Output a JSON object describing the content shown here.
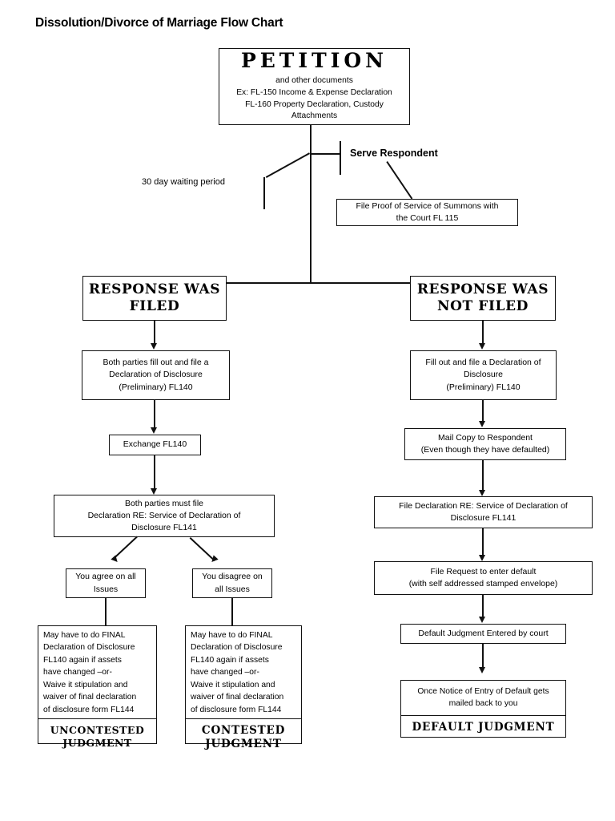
{
  "title": "Dissolution/Divorce of Marriage Flow Chart",
  "nodes": {
    "petition": {
      "heading": "PETITION",
      "lines": [
        "and other documents",
        "Ex: FL-150 Income & Expense Declaration",
        "FL-160 Property Declaration, Custody",
        "Attachments"
      ]
    },
    "waiting_period_label": "30 day waiting period",
    "serve_respondent_label": "Serve Respondent",
    "proof_of_service": {
      "lines": [
        "File Proof of Service of Summons with",
        "the Court FL 115"
      ]
    },
    "response_filed": {
      "lines": [
        "RESPONSE WAS",
        "FILED"
      ]
    },
    "response_not_filed": {
      "lines": [
        "RESPONSE WAS",
        "NOT FILED"
      ]
    },
    "both_parties_disclosure": {
      "lines": [
        "Both parties fill out and file a",
        "Declaration of Disclosure",
        "(Preliminary) FL140"
      ]
    },
    "exchange_fl140": {
      "lines": [
        "Exchange FL140"
      ]
    },
    "both_parties_must_file": {
      "lines": [
        "Both parties must file",
        "Declaration RE: Service of Declaration of",
        "Disclosure FL141"
      ]
    },
    "agree": {
      "lines": [
        "You agree on all",
        "Issues"
      ]
    },
    "disagree": {
      "lines": [
        "You disagree on",
        "all Issues"
      ]
    },
    "uncontested": {
      "body": [
        "May have to do FINAL",
        "Declaration of Disclosure",
        "FL140 again if assets",
        "have changed –or-",
        "Waive it stipulation and",
        "waiver of final declaration",
        "of disclosure form FL144"
      ],
      "judgment": [
        "UNCONTESTED",
        "JUDGMENT"
      ]
    },
    "contested": {
      "body": [
        "May have to do FINAL",
        "Declaration of Disclosure",
        "FL140 again if assets",
        "have changed –or-",
        "Waive it stipulation and",
        "waiver of final declaration",
        "of disclosure form FL144"
      ],
      "judgment": [
        "CONTESTED",
        "JUDGMENT"
      ]
    },
    "fill_out_disclosure": {
      "lines": [
        "Fill out and file a Declaration of",
        "Disclosure",
        "(Preliminary) FL140"
      ]
    },
    "mail_copy": {
      "lines": [
        "Mail Copy to Respondent",
        "(Even though they have defaulted)"
      ]
    },
    "file_declaration_re": {
      "lines": [
        "File Declaration RE: Service of Declaration of",
        "Disclosure FL141"
      ]
    },
    "file_request_default": {
      "lines": [
        "File Request to enter default",
        "(with self addressed stamped envelope)"
      ]
    },
    "default_entered": {
      "lines": [
        "Default Judgment Entered by court"
      ]
    },
    "default_final": {
      "body": [
        "Once Notice of Entry of Default gets",
        "mailed back to you"
      ],
      "judgment": [
        "DEFAULT JUDGMENT"
      ]
    }
  },
  "colors": {
    "ink": "#111111",
    "paper": "#ffffff"
  }
}
